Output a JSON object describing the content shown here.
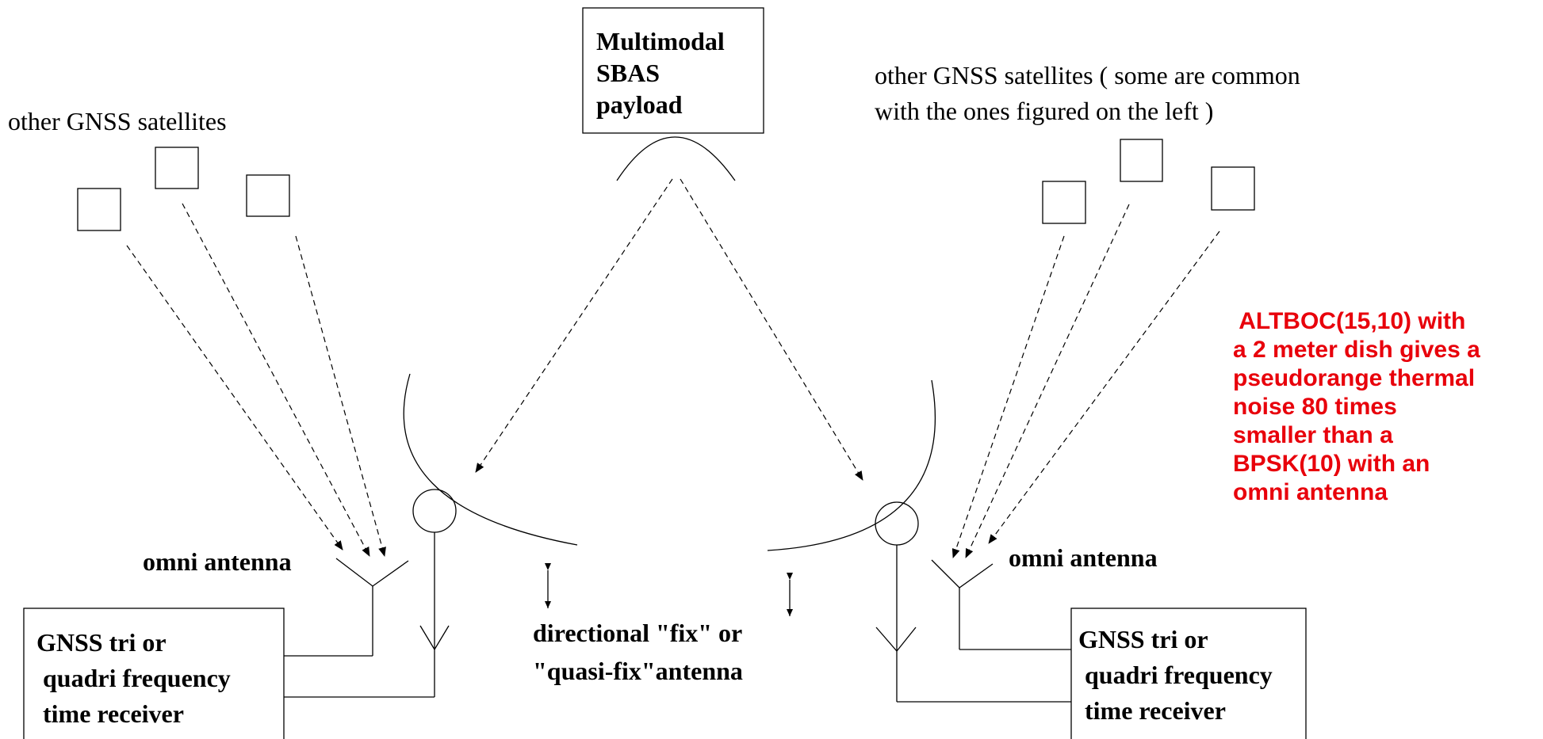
{
  "payload": {
    "lines": [
      "Multimodal",
      "SBAS",
      "payload"
    ]
  },
  "left_satellites": {
    "label": "other GNSS satellites"
  },
  "right_satellites": {
    "line1": "other GNSS satellites ( some are common",
    "line2": "with the ones figured on the left )"
  },
  "left_omni": {
    "label": "omni antenna"
  },
  "right_omni": {
    "label": "omni antenna"
  },
  "directional": {
    "line1": "directional \"fix\" or",
    "line2": "\"quasi-fix\"antenna"
  },
  "left_receiver": {
    "lines": [
      "GNSS tri or",
      " quadri frequency",
      " time receiver"
    ]
  },
  "right_receiver": {
    "lines": [
      "GNSS tri or",
      " quadri frequency",
      " time receiver"
    ]
  },
  "annotation": {
    "color": "#e8000b",
    "lines": [
      " ALTBOC(15,10) with",
      "a 2 meter dish gives a",
      "pseudorange thermal",
      "noise 80 times",
      "smaller than a",
      "BPSK(10) with an",
      "omni antenna"
    ]
  }
}
